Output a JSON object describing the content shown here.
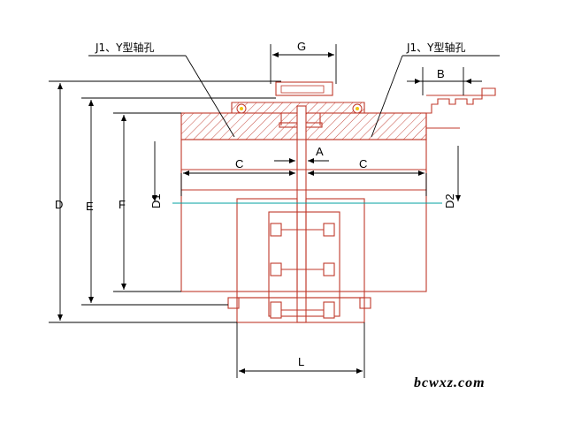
{
  "diagram": {
    "labels": {
      "hole_left": "J1、Y型轴孔",
      "hole_right": "J1、Y型轴孔",
      "G": "G",
      "B": "B",
      "A": "A",
      "C_left": "C",
      "C_right": "C",
      "D": "D",
      "E": "E",
      "F": "F",
      "D1": "D1",
      "D2": "D2",
      "L": "L"
    },
    "watermark": "bcwxz.com",
    "colors": {
      "part_outline": "#c0392b",
      "hatch": "#c0392b",
      "centerline": "#00a0a0",
      "dimension": "#000000",
      "seal_yellow": "#f1c40f"
    }
  }
}
